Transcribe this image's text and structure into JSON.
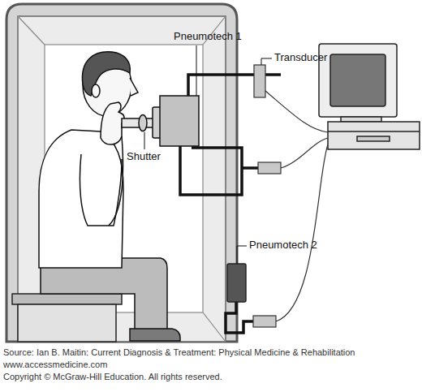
{
  "diagram": {
    "labels": [
      "Pneumotech 1",
      "Transducer",
      "Shutter",
      "Pneumotech 2",
      "Source: Ian B. Maitin: Current Diagnosis & Treatment: Physical Medicine & Rehabilitation",
      "www.accessmedicine.com",
      "Copyright © McGraw-Hill Education. All rights reserved."
    ]
  }
}
